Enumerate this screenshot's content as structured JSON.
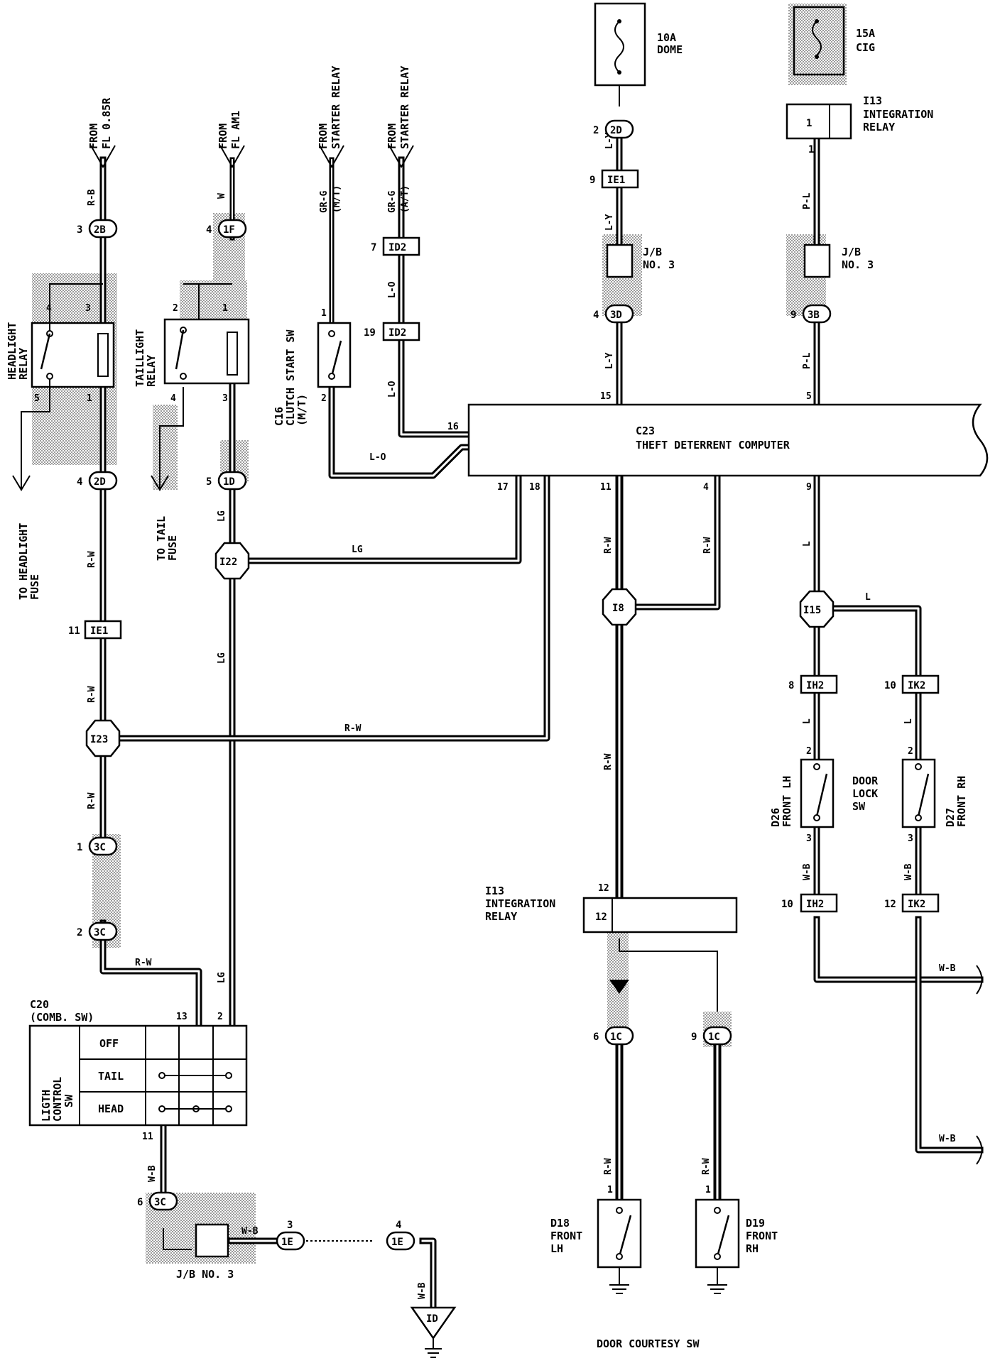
{
  "diagram": {
    "fuses": {
      "dome": {
        "rating": "10A",
        "name": "DOME"
      },
      "cig": {
        "rating": "15A",
        "name": "CIG"
      }
    },
    "sources": {
      "fl085r": {
        "line1": "FROM",
        "line2": "FL 0.85R"
      },
      "flam1": {
        "line1": "FROM",
        "line2": "FL AM1"
      },
      "starter_mt": {
        "line1": "FROM",
        "line2": "STARTER RELAY"
      },
      "starter_at": {
        "line1": "FROM",
        "line2": "STARTER RELAY"
      }
    },
    "components": {
      "headlight_relay": {
        "line1": "HEADLIGHT",
        "line2": "RELAY"
      },
      "taillight_relay": {
        "line1": "TAILLIGHT",
        "line2": "RELAY"
      },
      "clutch_sw": {
        "code": "C16",
        "line1": "CLUTCH START SW",
        "line2": "(M/T)"
      },
      "computer": {
        "code": "C23",
        "name": "THEFT DETERRENT COMPUTER"
      },
      "integration_relay_top": {
        "code": "I13",
        "line1": "INTEGRATION",
        "line2": "RELAY",
        "pin": "1"
      },
      "integration_relay_bottom": {
        "code": "I13",
        "line1": "INTEGRATION",
        "line2": "RELAY",
        "pin": "12"
      },
      "comb_sw": {
        "code": "C20",
        "name": "(COMB. SW)",
        "side_label1": "LIGTH",
        "side_label2": "CONTROL",
        "side_label3": "SW",
        "rows": [
          "OFF",
          "TAIL",
          "HEAD"
        ]
      },
      "door_lock_lh": {
        "code": "D26",
        "name": "FRONT LH"
      },
      "door_lock_rh": {
        "code": "D27",
        "name": "FRONT RH"
      },
      "door_lock_label": {
        "line1": "DOOR",
        "line2": "LOCK",
        "line3": "SW"
      },
      "courtesy_lh": {
        "code": "D18",
        "line1": "FRONT",
        "line2": "LH"
      },
      "courtesy_rh": {
        "code": "D19",
        "line1": "FRONT",
        "line2": "RH"
      },
      "courtesy_title": "DOOR COURTESY SW",
      "jb3_a": {
        "line1": "J/B",
        "line2": "NO. 3"
      },
      "jb3_b": {
        "line1": "J/B",
        "line2": "NO. 3"
      },
      "jb3_c": "J/B NO. 3",
      "to_headlight": {
        "line1": "TO HEADLIGHT",
        "line2": "FUSE"
      },
      "to_tail": {
        "line1": "TO TAIL",
        "line2": "FUSE"
      }
    },
    "connectors": {
      "c2B": "2B",
      "c1F": "1F",
      "c2D_top": "2D",
      "c2D_left": "2D",
      "c1D": "1D",
      "cIE1_top": "IE1",
      "cIE1_left": "IE1",
      "c3D": "3D",
      "c3B": "3B",
      "cID2_a": "ID2",
      "cID2_b": "ID2",
      "c3C_a": "3C",
      "c3C_b": "3C",
      "c3C_c": "3C",
      "c1E_a": "1E",
      "c1E_b": "1E",
      "c1C_a": "1C",
      "c1C_b": "1C",
      "cIH2_a": "IH2",
      "cIH2_b": "IH2",
      "cIK2_a": "IK2",
      "cIK2_b": "IK2",
      "ground_ID": "ID",
      "j_I22": "I22",
      "j_I23": "I23",
      "j_I8": "I8",
      "j_I15": "I15"
    },
    "wires": {
      "rb": "R-B",
      "w": "W",
      "grg1": "GR-G",
      "mt": "(M/T)",
      "grg2": "GR-G",
      "at": "(A/T)",
      "ly1": "L-Y",
      "ly2": "L-Y",
      "ly3": "L-Y",
      "pl1": "P-L",
      "pl2": "P-L",
      "lo1": "L-O",
      "lo2": "L-O",
      "lo3": "L-O",
      "lg1": "LG",
      "lg2": "LG",
      "lg3": "LG",
      "lg4": "LG",
      "rw1": "R-W",
      "rw2": "R-W",
      "rw3": "R-W",
      "rw4": "R-W",
      "rw5": "R-W",
      "rw6": "R-W",
      "rw7": "R-W",
      "rw8": "R-W",
      "rw9": "R-W",
      "rw10": "R-W",
      "l1": "L",
      "l2": "L",
      "l3": "L",
      "l4": "L",
      "wb1": "W-B",
      "wb2": "W-B",
      "wb3": "W-B",
      "wb4": "W-B",
      "wb5": "W-B",
      "wb6": "W-B",
      "wb7": "W-B"
    },
    "pins": {
      "p3a": "3",
      "p4a": "4",
      "p2a": "2",
      "p9a": "9",
      "p7": "7",
      "p19": "19",
      "p4b": "4",
      "p9b": "9",
      "hl4": "4",
      "hl3": "3",
      "hl5": "5",
      "hl1": "1",
      "tl2": "2",
      "tl1": "1",
      "tl4": "4",
      "tl3": "3",
      "cs1": "1",
      "cs2": "2",
      "ir1": "1",
      "p15": "15",
      "p5": "5",
      "p16": "16",
      "p17": "17",
      "p18": "18",
      "p11a": "11",
      "p4c": "4",
      "p9c": "9",
      "p4d": "4",
      "p5b": "5",
      "p11b": "11",
      "p8": "8",
      "p10a": "10",
      "p2b": "2",
      "p2c": "2",
      "p3b": "3",
      "p3c": "3",
      "p10b": "10",
      "p12a": "12",
      "p1a": "1",
      "p2d": "2",
      "p12b": "12",
      "p6": "6",
      "p9d": "9",
      "p13": "13",
      "p2e": "2",
      "p11c": "11",
      "p6b": "6",
      "p3d": "3",
      "p4e": "4",
      "p1b": "1",
      "p1c": "1"
    }
  }
}
